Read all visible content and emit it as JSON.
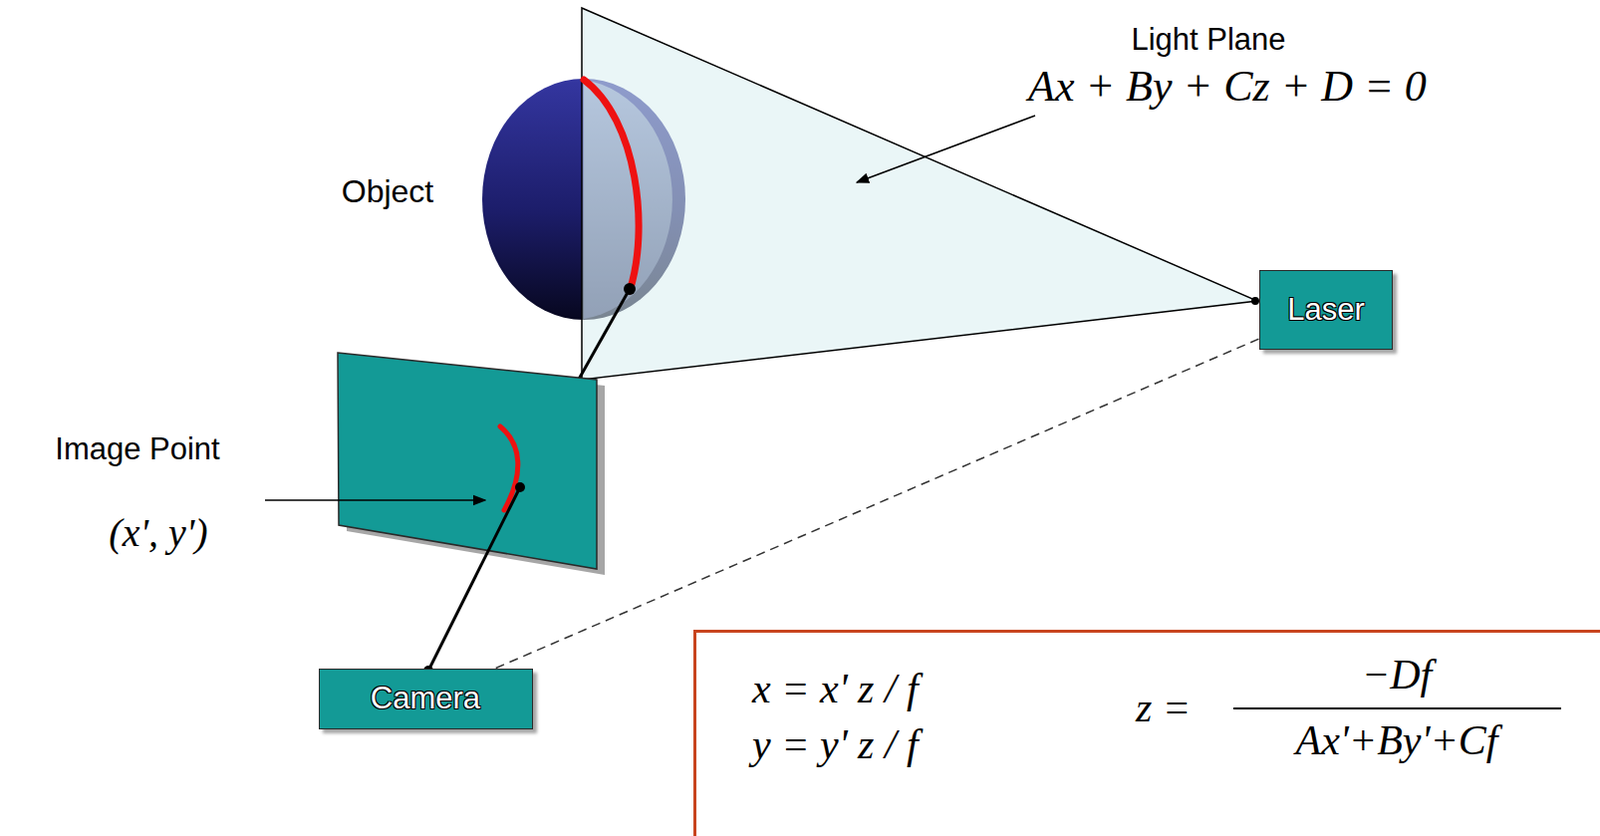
{
  "diagram": {
    "nodes": [
      {
        "text": [
          "Laser"
        ]
      },
      {
        "text": [
          "Camera"
        ]
      },
      {
        "text": [
          "x = x' z / f",
          "y = y' z / f",
          "z =",
          "−Df",
          "Ax'+By'+Cf"
        ]
      }
    ],
    "edges": [
      {
        "from": 1,
        "to": 0,
        "arrow": "none"
      }
    ],
    "labels": [
      "Light Plane",
      "Ax + By + Cz + D = 0",
      "Object",
      "Image Point",
      "(x', y')"
    ]
  }
}
